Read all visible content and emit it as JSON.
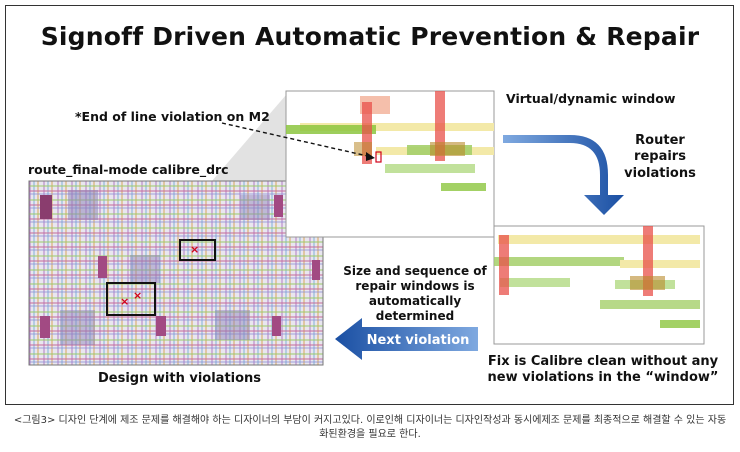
{
  "title": "Signoff Driven Automatic Prevention & Repair",
  "labels": {
    "eol_violation": "*End of line violation on M2",
    "virtual_window": "Virtual/dynamic window",
    "route_cmd": "route_final-mode calibre_drc",
    "router_repairs": [
      "Router",
      "repairs",
      "violations"
    ],
    "size_sequence": [
      "Size and sequence of",
      "repair windows is",
      "automatically determined"
    ],
    "next_violation": "Next violation",
    "design_with_violations": "Design with violations",
    "fix_clean": [
      "Fix is Calibre clean without any",
      "new violations in the “window”"
    ]
  },
  "caption": "<그림3> 디자인 단계에 제조 문제를 해결해야 하는 디자이너의 부담이 커지고있다. 이로인해 디자이너는 디자인작성과 동시에제조 문제를 최종적으로 해결할 수 있는 자동화된환경을 필요로 한다.",
  "colors": {
    "arrow_blue": "#1f5fb5",
    "wire_green": "#8cc63f",
    "wire_yellow": "#f2e394",
    "via_red": "#e8504a",
    "violation_marker": "#d0021b"
  }
}
